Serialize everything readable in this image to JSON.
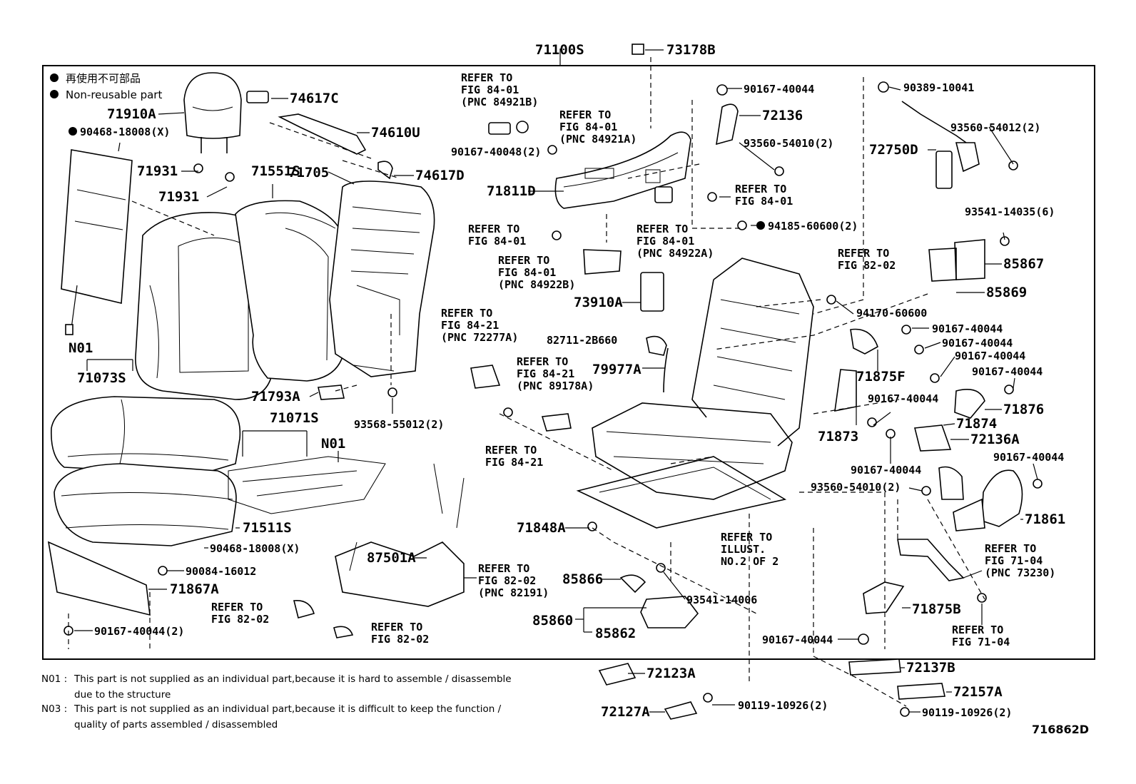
{
  "labels": {
    "71100S": "71100S",
    "73178B": "73178B",
    "90167_40044_top": "90167-40044",
    "90389_10041": "90389-10041",
    "74617C": "74617C",
    "71910A": "71910A",
    "90468_18008_x_top": "90468-18008(X)",
    "74610U": "74610U",
    "refer_84921B": "REFER TO\nFIG 84-01\n(PNC 84921B)",
    "refer_84921A": "REFER TO\nFIG 84-01\n(PNC 84921A)",
    "72136": "72136",
    "93560_54010_top": "93560-54010(2)",
    "93560_54012": "93560-54012(2)",
    "72750D": "72750D",
    "90167_40048": "90167-40048(2)",
    "74617D": "74617D",
    "71931_a": "71931",
    "71551S": "71551S",
    "71931_b": "71931",
    "71705": "71705",
    "71811D": "71811D",
    "refer_84_01_a": "REFER TO\nFIG 84-01",
    "refer_84_01_b": "REFER TO\nFIG 84-01",
    "refer_84922A": "REFER TO\nFIG 84-01\n(PNC 84922A)",
    "refer_84922B": "REFER TO\nFIG 84-01\n(PNC 84922B)",
    "94185_60600": "94185-60600(2)",
    "93541_14035": "93541-14035(6)",
    "refer_82_02_a": "REFER TO\nFIG 82-02",
    "85867": "85867",
    "85869": "85869",
    "73910A": "73910A",
    "94170_60600": "94170-60600",
    "n01_left": "N01",
    "71073S": "71073S",
    "refer_72277A": "REFER TO\nFIG 84-21\n(PNC 72277A)",
    "82711_2B660": "82711-2B660",
    "90167_40044_r1": "90167-40044",
    "90167_40044_r2": "90167-40044",
    "90167_40044_r3": "90167-40044",
    "90167_40044_r4": "90167-40044",
    "71875F": "71875F",
    "79977A": "79977A",
    "refer_89178A": "REFER TO\nFIG 84-21\n(PNC 89178A)",
    "71793A": "71793A",
    "93568_55012": "93568-55012(2)",
    "71071S": "71071S",
    "n01_mid": "N01",
    "90167_40044_m": "90167-40044",
    "71876": "71876",
    "71874": "71874",
    "71873": "71873",
    "72136A": "72136A",
    "refer_84_21": "REFER TO\nFIG 84-21",
    "90167_40044_m2": "90167-40044",
    "90167_40044_r5": "90167-40044",
    "93560_54010_b": "93560-54010(2)",
    "71861": "71861",
    "71511S": "71511S",
    "71848A": "71848A",
    "refer_illust": "REFER TO\nILLUST.\nNO.2  OF  2",
    "90468_18008_x_b": "90468-18008(X)",
    "87501A": "87501A",
    "refer_73230": "REFER TO\nFIG 71-04\n(PNC 73230)",
    "90084_16012": "90084-16012",
    "85866": "85866",
    "71867A": "71867A",
    "refer_82191": "REFER TO\nFIG 82-02\n(PNC 82191)",
    "93541_14006": "93541-14006",
    "refer_82_02_b": "REFER TO\nFIG 82-02",
    "85860": "85860",
    "71875B": "71875B",
    "90167_40044_x2": "90167-40044(2)",
    "refer_82_02_c": "REFER TO\nFIG 82-02",
    "85862": "85862",
    "refer_71_04": "REFER TO\nFIG 71-04",
    "90167_40044_bot": "90167-40044",
    "72123A": "72123A",
    "72137B": "72137B",
    "72157A": "72157A",
    "72127A": "72127A",
    "90119_10926_a": "90119-10926(2)",
    "90119_10926_b": "90119-10926(2)"
  },
  "legend": {
    "line1": "再使用不可部品",
    "line2": "Non-reusable part"
  },
  "notes": {
    "n01_key": "N01 :",
    "n01_line1": "This part is not supplied as an individual part,because it is hard to assemble / disassemble",
    "n01_line2": "due to the structure",
    "n03_key": "N03 :",
    "n03_line1": "This part is not supplied as an individual part,because it is difficult to keep the function /",
    "n03_line2": "quality of parts assembled / disassembled"
  },
  "diagram_code": "716862D"
}
